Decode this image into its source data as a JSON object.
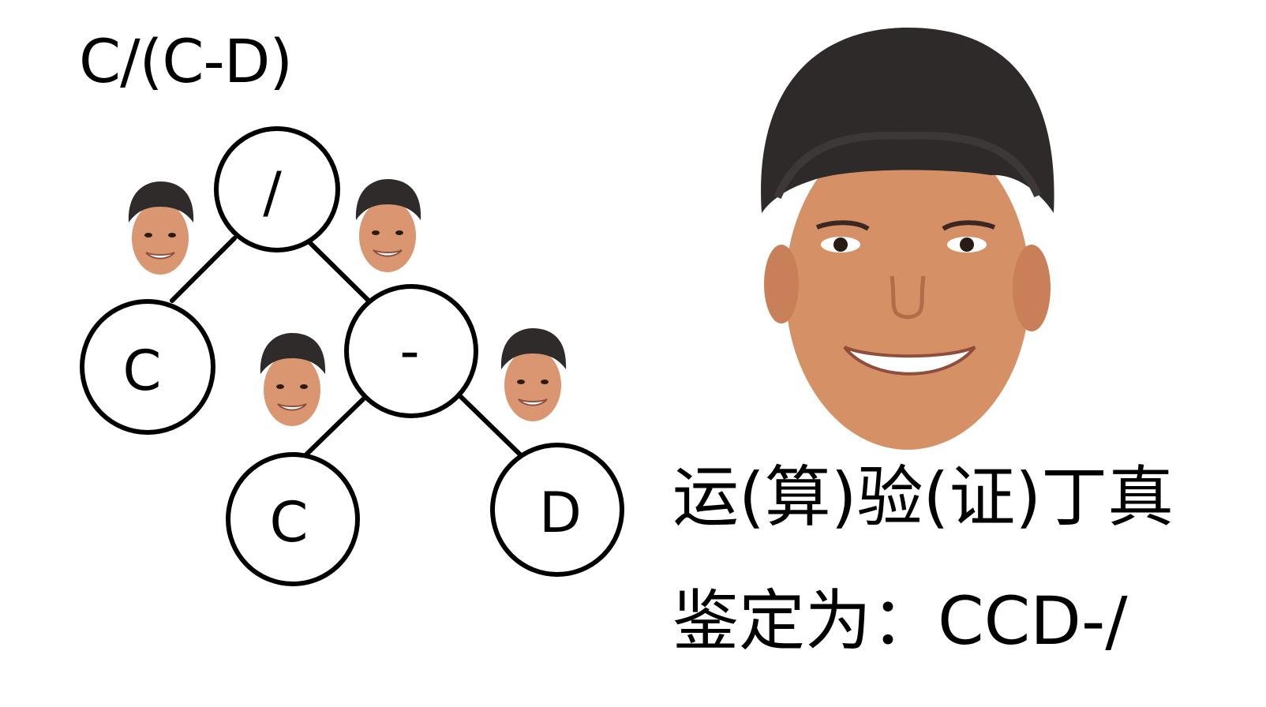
{
  "expression": "C/(C-D)",
  "tree": {
    "nodes": [
      {
        "id": "root",
        "label": "/"
      },
      {
        "id": "left-c",
        "label": "C"
      },
      {
        "id": "minus",
        "label": "-"
      },
      {
        "id": "inner-c",
        "label": "C"
      },
      {
        "id": "d",
        "label": "D"
      }
    ],
    "edges": [
      [
        "root",
        "left-c"
      ],
      [
        "root",
        "minus"
      ],
      [
        "minus",
        "inner-c"
      ],
      [
        "minus",
        "d"
      ]
    ]
  },
  "caption": {
    "line1": "运(算)验(证)丁真",
    "line2": "鉴定为：CCD-/"
  }
}
